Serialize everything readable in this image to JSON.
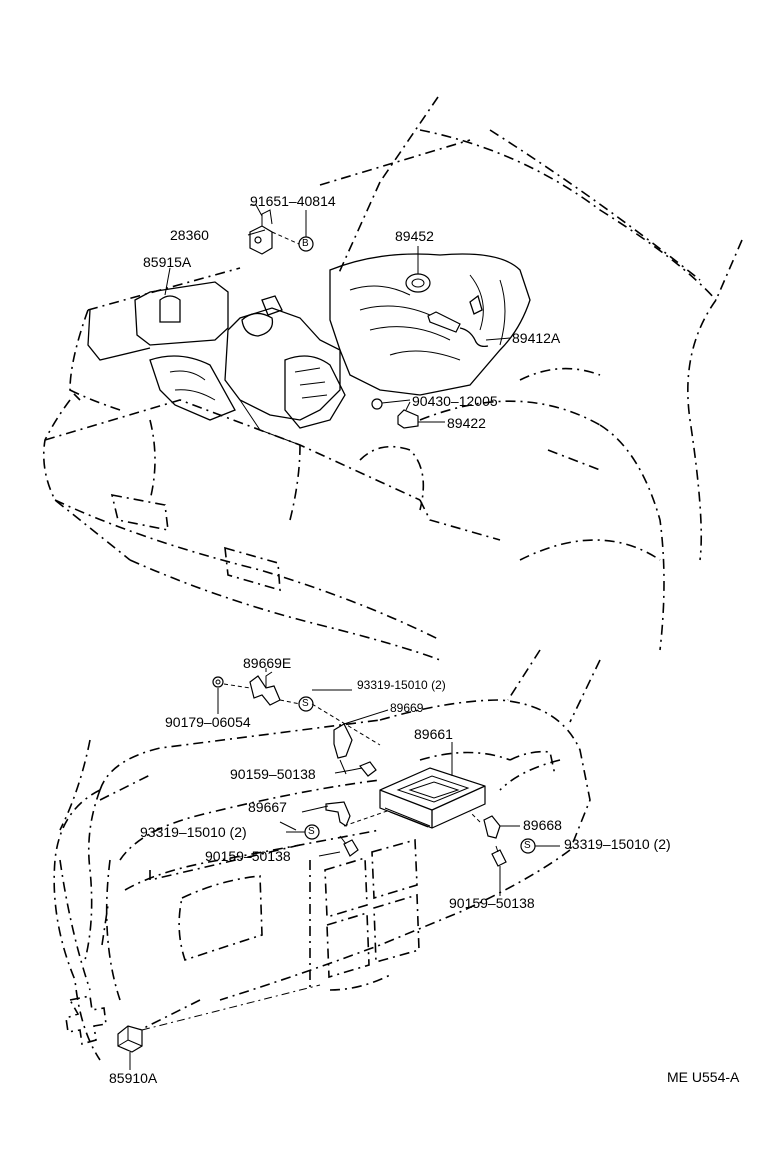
{
  "figure_code": "ME  U554-A",
  "parts": {
    "p91651": "91651–40814",
    "p28360": "28360",
    "p85915A": "85915A",
    "p89452": "89452",
    "p89412A": "89412A",
    "p90430": "90430–12005",
    "p89422": "89422",
    "p89669E": "89669E",
    "p93319_top": "93319-15010 (2)",
    "p90179": "90179–06054",
    "p89669": "89669",
    "p89661": "89661",
    "p90159_a": "90159–50138",
    "p89667": "89667",
    "p93319_left": "93319–15010 (2)",
    "p90159_b": "90159–50138",
    "p89668": "89668",
    "p93319_right": "93319–15010 (2)",
    "p90159_c": "90159–50138",
    "p85910A": "85910A"
  },
  "symbols": {
    "bolt_mark": "S",
    "bolt_mark_upper": "B"
  }
}
